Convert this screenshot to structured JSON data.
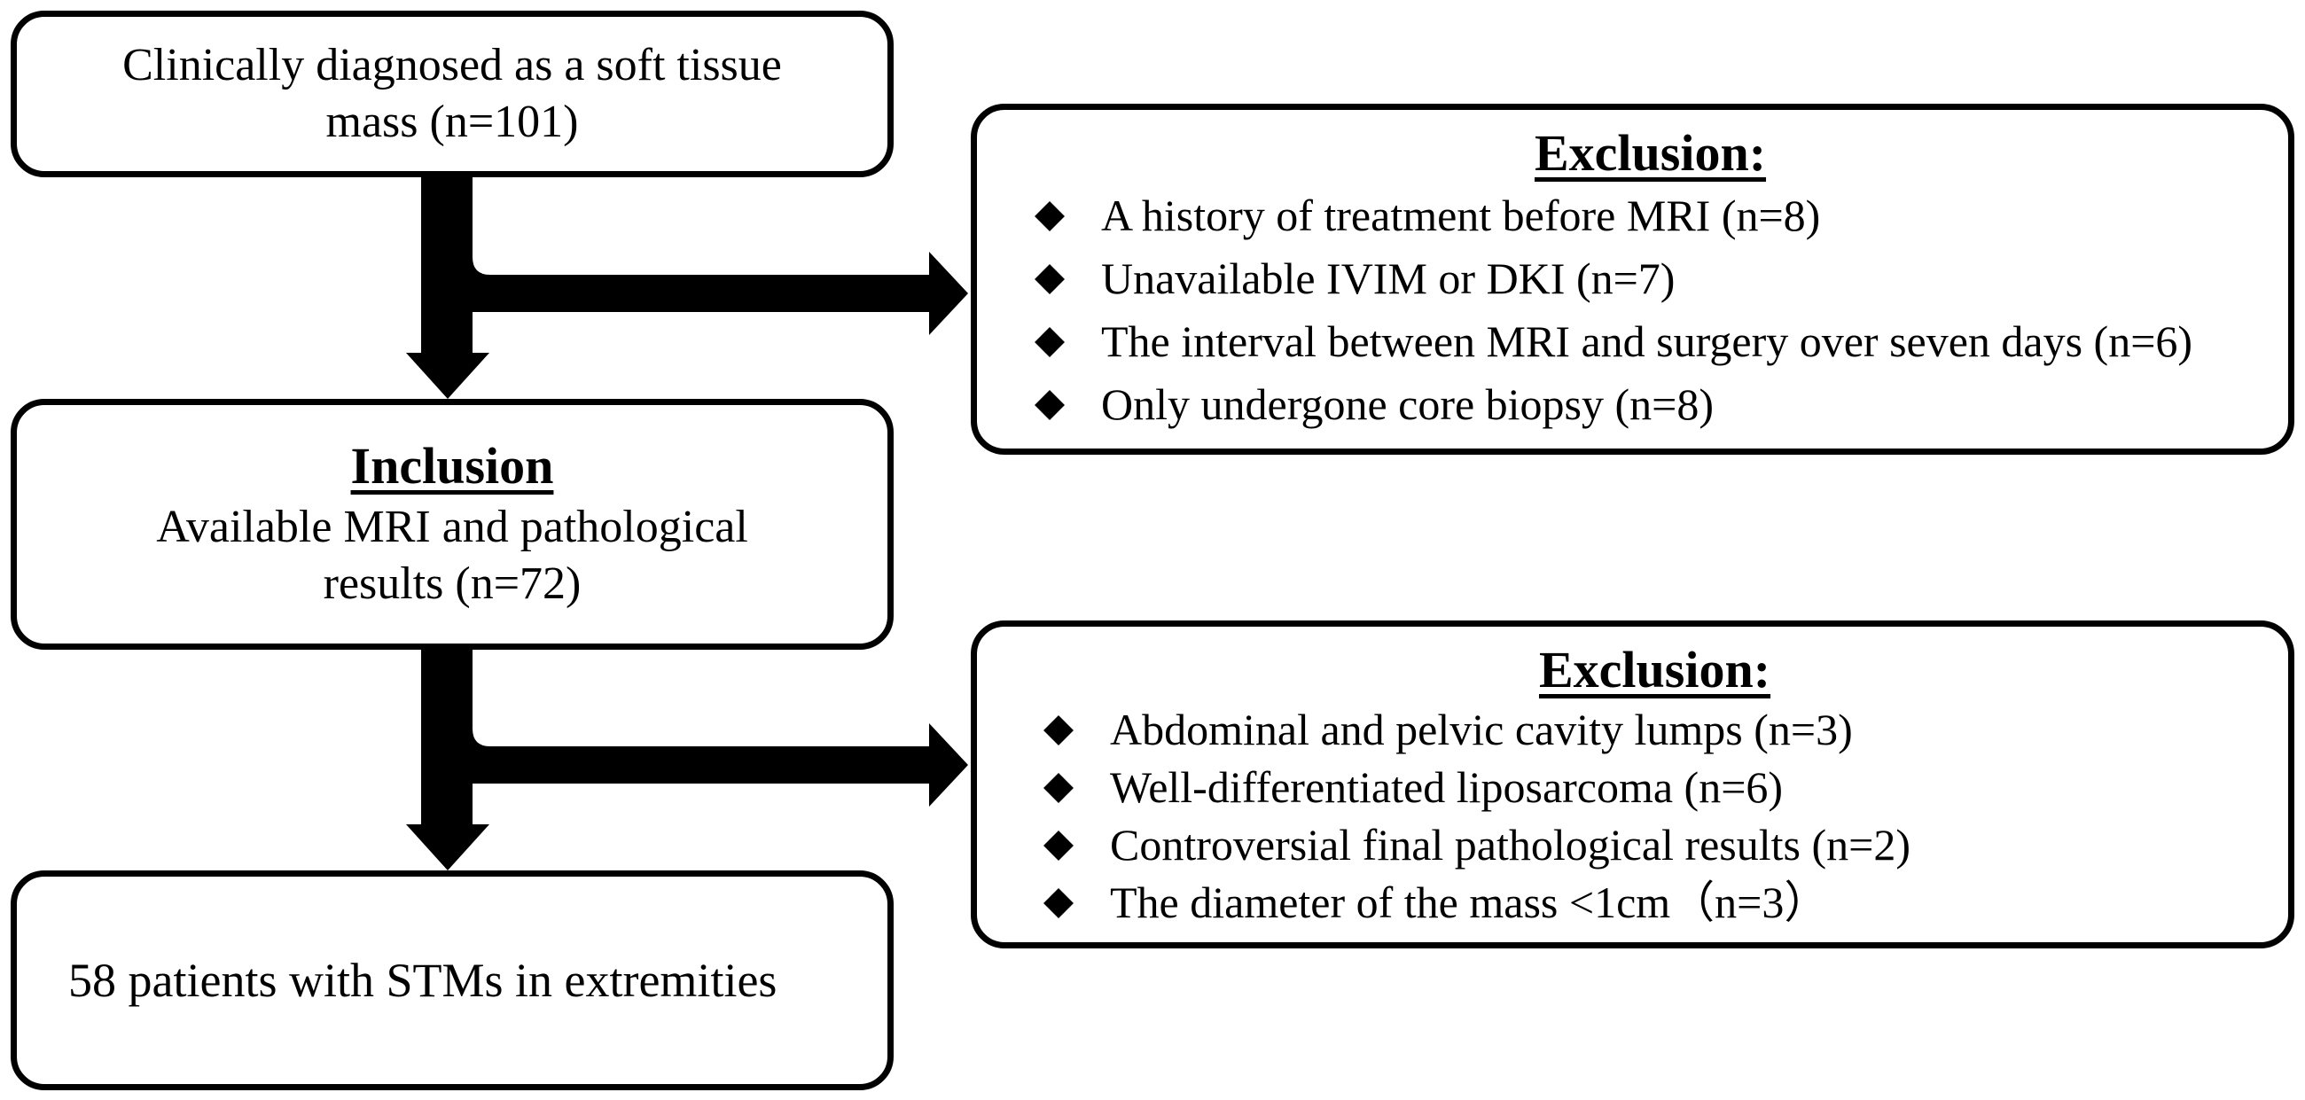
{
  "flow": {
    "start": {
      "text_line1": "Clinically diagnosed as a soft tissue",
      "text_line2": "mass (n=101)"
    },
    "exclusion1": {
      "title": "Exclusion:",
      "items": [
        "A history of treatment before MRI (n=8)",
        "Unavailable IVIM or DKI (n=7)",
        "The interval between MRI and surgery over seven days (n=6)",
        "Only undergone core biopsy (n=8)"
      ]
    },
    "inclusion": {
      "title": "Inclusion",
      "text_line1": "Available MRI and pathological",
      "text_line2": "results (n=72)"
    },
    "exclusion2": {
      "title": "Exclusion:",
      "items": [
        "Abdominal and pelvic cavity lumps (n=3)",
        "Well-differentiated liposarcoma (n=6)",
        "Controversial final pathological results (n=2)",
        "The diameter of the mass <1cm（n=3）"
      ]
    },
    "final": {
      "text": "58 patients with STMs in extremities"
    }
  },
  "colors": {
    "stroke": "#000000",
    "background": "#ffffff"
  },
  "icons": {
    "bullet": "diamond-bullet-icon",
    "arrow": "block-arrow-icon"
  }
}
